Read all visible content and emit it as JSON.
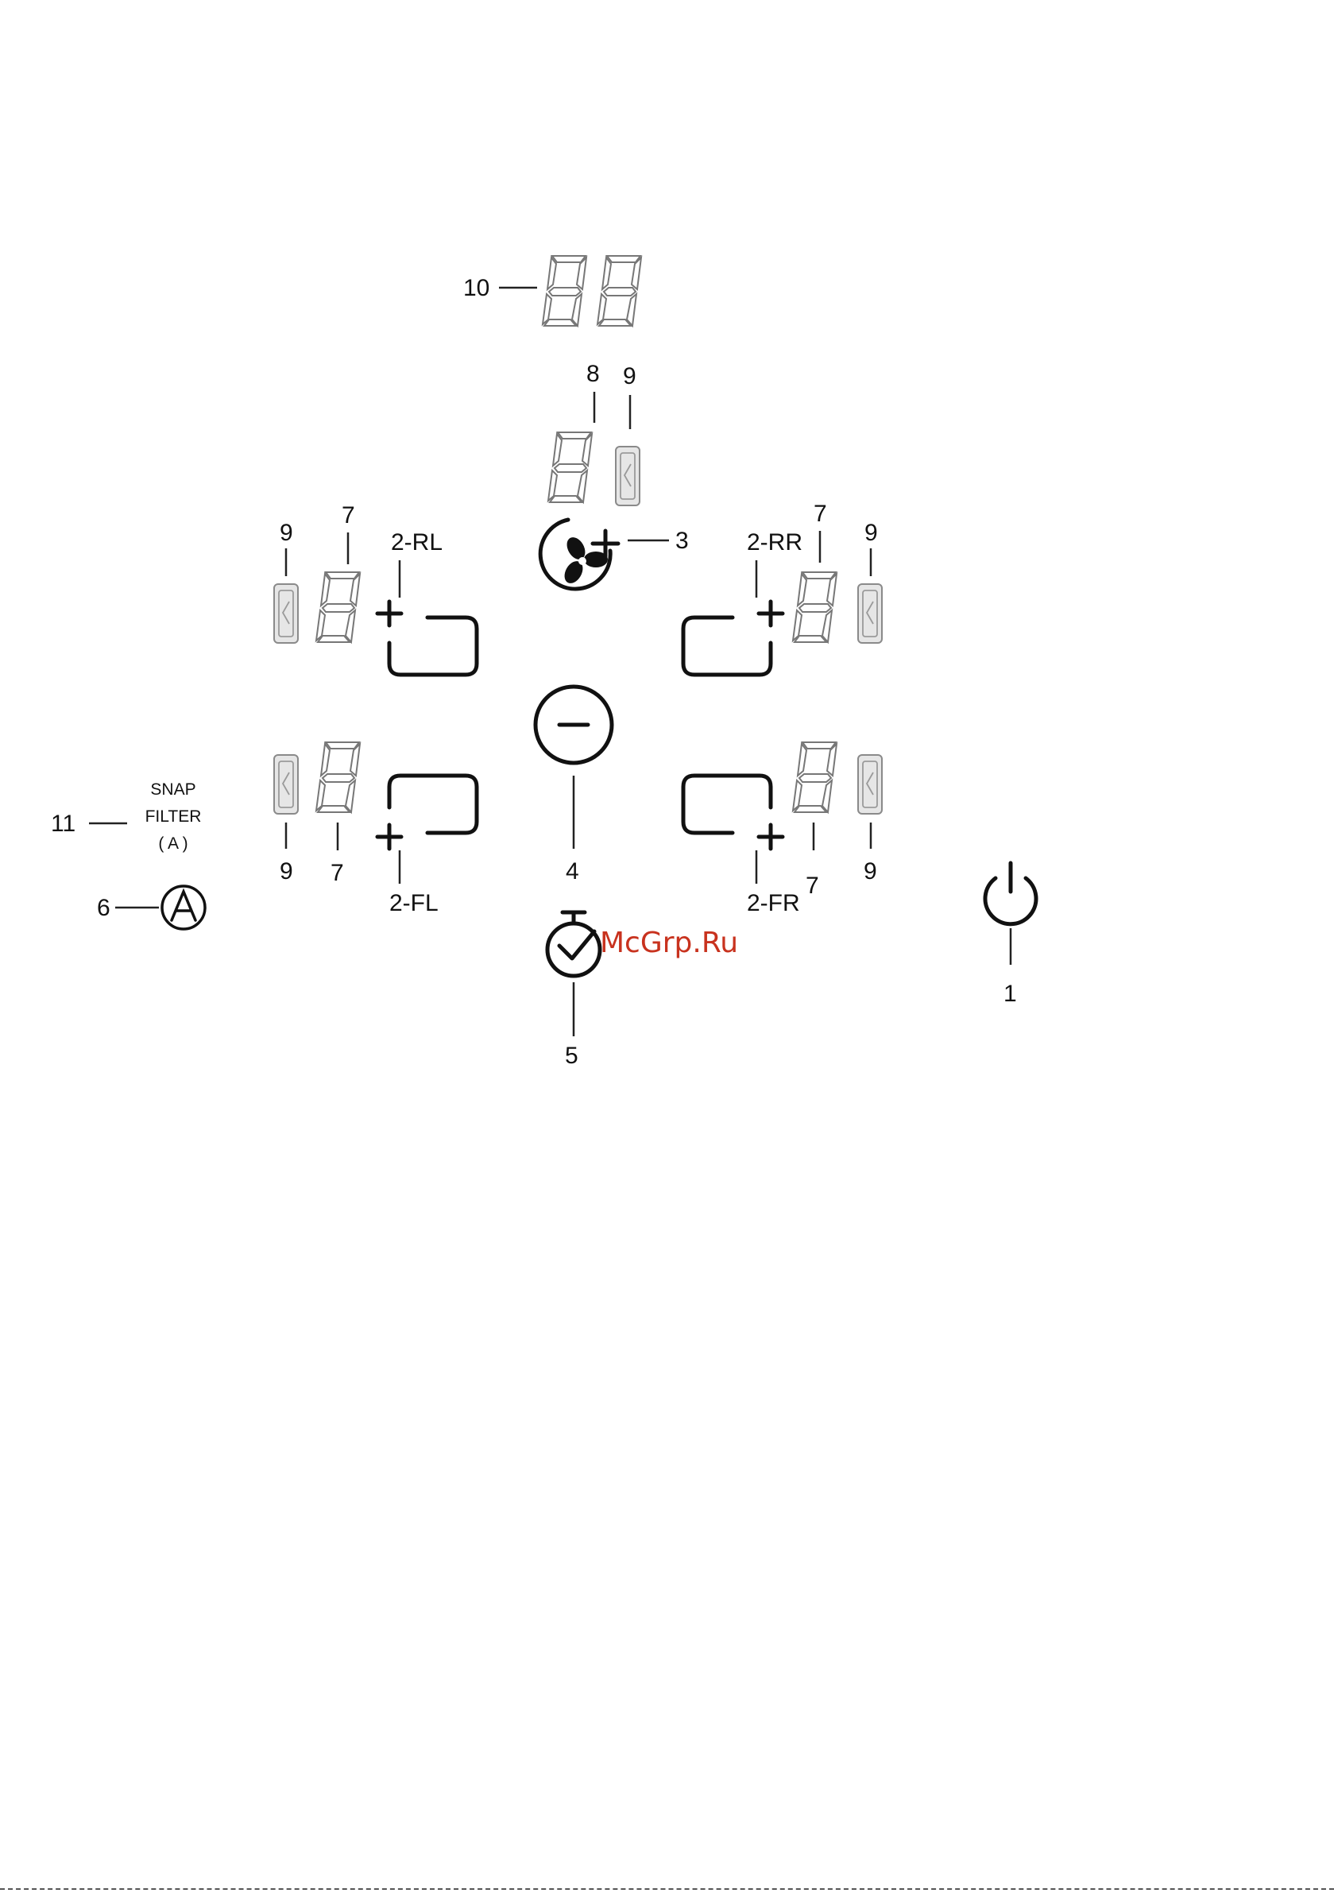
{
  "labels": {
    "n1": "1",
    "n3": "3",
    "n4": "4",
    "n5": "5",
    "n6": "6",
    "n7": "7",
    "n8": "8",
    "n9": "9",
    "n10": "10",
    "n11": "11"
  },
  "zones": {
    "rear_left": "2-RL",
    "rear_right": "2-RR",
    "front_left": "2-FL",
    "front_right": "2-FR"
  },
  "snap_filter": {
    "line1": "SNAP",
    "line2": "FILTER",
    "line3": "( A )"
  },
  "watermark": "McGrp.Ru",
  "icons": {
    "power": "power-icon",
    "fan_plus": "fan-plus-icon",
    "minus": "minus-icon",
    "timer": "timer-icon",
    "auto": "auto-a-icon",
    "zone_key": "zone-plus-key-icon",
    "residual_heat": "residual-heat-icon",
    "seven_segment": "seven-segment-digit-icon"
  },
  "colors": {
    "ink": "#111111",
    "segment_grey": "#777777",
    "watermark_red": "#c8321e"
  }
}
